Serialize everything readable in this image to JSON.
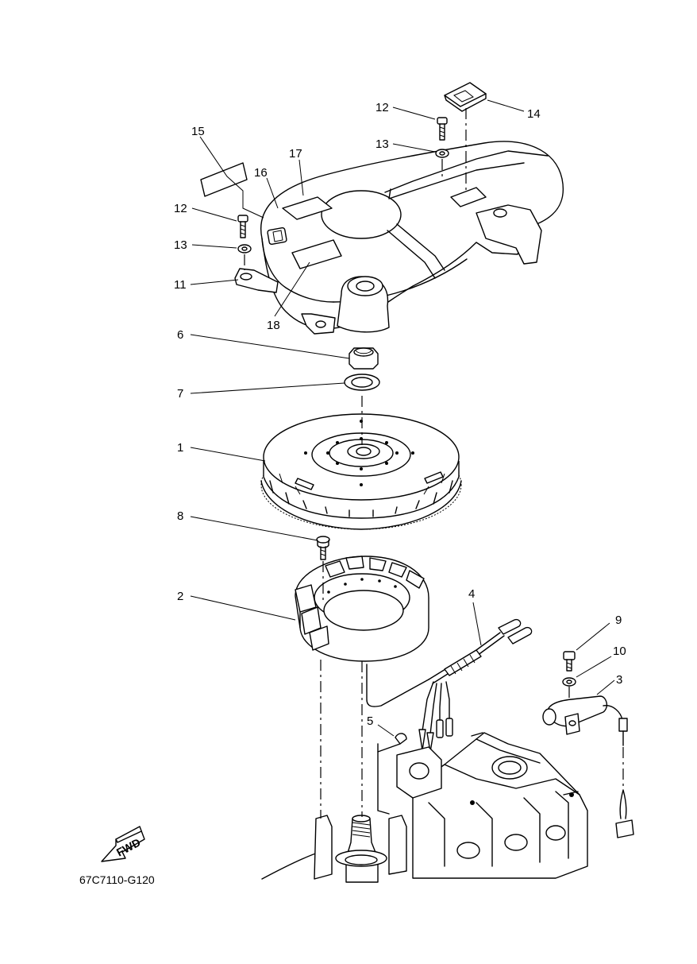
{
  "diagram": {
    "drawing_code": "67C7110-G120",
    "direction_mark": "FWD",
    "callouts": [
      {
        "id": "c1",
        "text": "1"
      },
      {
        "id": "c2",
        "text": "2"
      },
      {
        "id": "c3",
        "text": "3"
      },
      {
        "id": "c4",
        "text": "4"
      },
      {
        "id": "c5",
        "text": "5"
      },
      {
        "id": "c6",
        "text": "6"
      },
      {
        "id": "c7",
        "text": "7"
      },
      {
        "id": "c8",
        "text": "8"
      },
      {
        "id": "c9",
        "text": "9"
      },
      {
        "id": "c10",
        "text": "10"
      },
      {
        "id": "c11",
        "text": "11"
      },
      {
        "id": "c12a",
        "text": "12"
      },
      {
        "id": "c12b",
        "text": "12"
      },
      {
        "id": "c13a",
        "text": "13"
      },
      {
        "id": "c13b",
        "text": "13"
      },
      {
        "id": "c14",
        "text": "14"
      },
      {
        "id": "c15",
        "text": "15"
      },
      {
        "id": "c16",
        "text": "16"
      },
      {
        "id": "c17",
        "text": "17"
      },
      {
        "id": "c18",
        "text": "18"
      }
    ]
  }
}
